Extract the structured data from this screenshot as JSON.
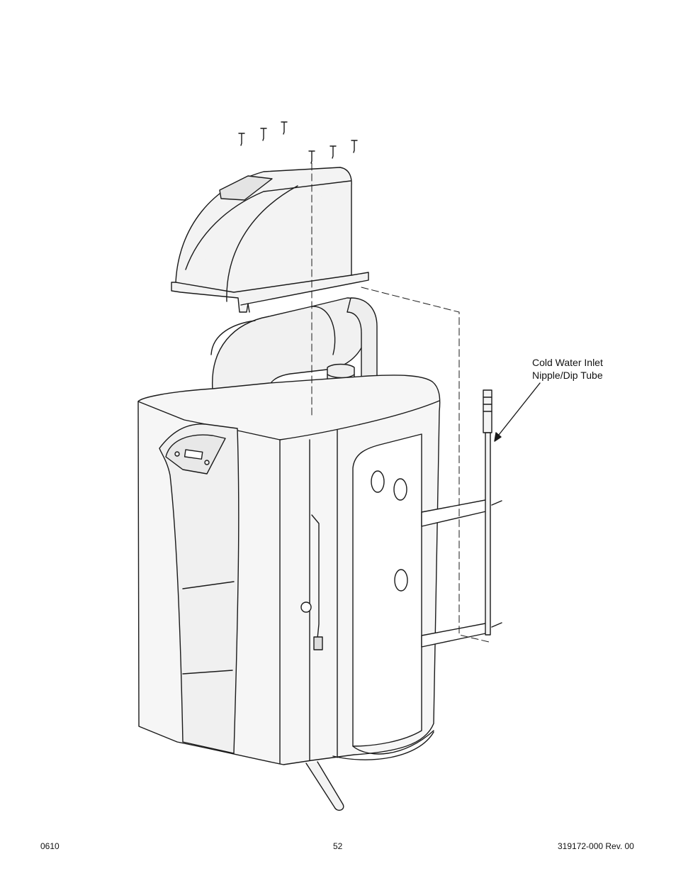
{
  "callout": {
    "line1": "Cold Water Inlet",
    "line2": "Nipple/Dip Tube"
  },
  "footer": {
    "left": "0610",
    "page_number": "52",
    "doc_id": "319172-000 Rev. 00"
  }
}
